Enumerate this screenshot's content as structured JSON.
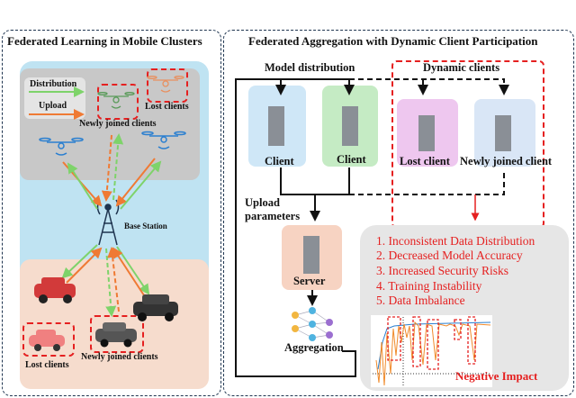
{
  "left_panel": {
    "title": "Federated Learning in Mobile Clusters",
    "legend": {
      "distribution": "Distribution",
      "upload": "Upload"
    },
    "newly_joined_drones": "Newly joined clients",
    "lost_drones": "Lost clients",
    "base_station": "Base Station",
    "lost_cars": "Lost clients",
    "newly_joined_cars": "Newly joined clients"
  },
  "right_panel": {
    "title": "Federated Aggregation with Dynamic Client Participation",
    "model_distribution": "Model distribution",
    "dynamic_clients": "Dynamic clients",
    "clients": [
      "Client",
      "Client",
      "Lost client",
      "Newly joined client"
    ],
    "upload_parameters": "Upload parameters",
    "server": "Server",
    "aggregation": "Aggregation",
    "impacts": [
      "1.  Inconsistent Data Distribution",
      "2.  Decreased Model Accuracy",
      "3.  Increased Security Risks",
      "4.  Training Instability",
      "5.  Data Imbalance"
    ],
    "negative_impact": "Negative Impact"
  },
  "colors": {
    "distribution": "#7ed36a",
    "upload": "#ef7a34",
    "dashed_red": "#e52020",
    "panel_border": "#1f3550",
    "cluster_bg": "#bfe3f2",
    "drone_area": "#c8c8c8",
    "car_area": "#f6dccd",
    "client_blue": "#cfe7f7",
    "client_green": "#c5ebc4",
    "client_pink": "#eec7ef",
    "client_lightblue": "#d9e6f6",
    "server": "#f7d3c2",
    "impact_bg": "#e6e6e6"
  }
}
